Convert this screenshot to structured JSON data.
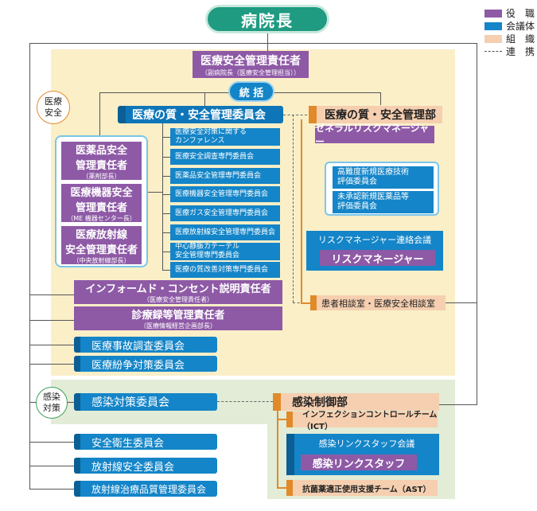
{
  "director": "病院長",
  "legend": [
    {
      "label": "役　職",
      "color": "#8e5aa6"
    },
    {
      "label": "会議体",
      "color": "#1485c8"
    },
    {
      "label": "組　織",
      "color": "#f5cfb0"
    },
    {
      "label": "連　携",
      "color": "dashed"
    }
  ],
  "safety": {
    "zone_label": [
      "医療",
      "安全"
    ],
    "officer": {
      "title": "医療安全管理責任者",
      "sub": "（副病院長（医療安全管理担当））"
    },
    "tokatsu": "統 括",
    "quality_committee": "医療の質・安全管理委員会",
    "committees": [
      [
        "医療安全対策に関する",
        "カンファレンス"
      ],
      [
        "医療安全調査専門委員会"
      ],
      [
        "医薬品安全管理専門委員会"
      ],
      [
        "医療機器安全管理専門委員会"
      ],
      [
        "医療ガス安全管理専門委員会"
      ],
      [
        "医療放射線安全管理専門委員会"
      ],
      [
        "中心静脈カテーテル",
        "安全管理専門委員会"
      ],
      [
        "医療の質改善対策専門委員会"
      ]
    ],
    "managers": [
      {
        "title": [
          "医薬品安全",
          "管理責任者"
        ],
        "sub": "（薬剤部長）"
      },
      {
        "title": [
          "医療機器安全",
          "管理責任者"
        ],
        "sub": "（ME 機器センター長）"
      },
      {
        "title": [
          "医療放射線",
          "安全管理責任者"
        ],
        "sub": "（中央放射線部長）"
      }
    ],
    "dept": "医療の質・安全管理部",
    "general_rm": "ゼネラルリスクマネージャー",
    "eval_committees": [
      [
        "高難度新規医療技術",
        "評価委員会"
      ],
      [
        "未承認新規医薬品等",
        "評価委員会"
      ]
    ],
    "rm_meeting": "リスクマネージャー連絡会議",
    "rm": "リスクマネージャー",
    "consult": "患者相談室・医療安全相談室",
    "ic": {
      "title": "インフォームド・コンセント説明責任者",
      "sub": "（医療安全管理責任者）"
    },
    "records": {
      "title": "診療録等管理責任者",
      "sub": "（医療情報経営企画部長）"
    },
    "accident": "医療事故調査委員会",
    "dispute": "医療紛争対策委員会"
  },
  "infection": {
    "zone_label": [
      "感染",
      "対策"
    ],
    "committee": "感染対策委員会",
    "dept": "感染制御部",
    "ict": "インフェクションコントロールチーム（ICT）",
    "link_meeting": "感染リンクスタッフ会議",
    "link_staff": "感染リンクスタッフ",
    "ast": "抗菌薬適正使用支援チーム（AST）"
  },
  "bottom_committees": [
    "安全衛生委員会",
    "放射線安全委員会",
    "放射線治療品質管理委員会"
  ]
}
